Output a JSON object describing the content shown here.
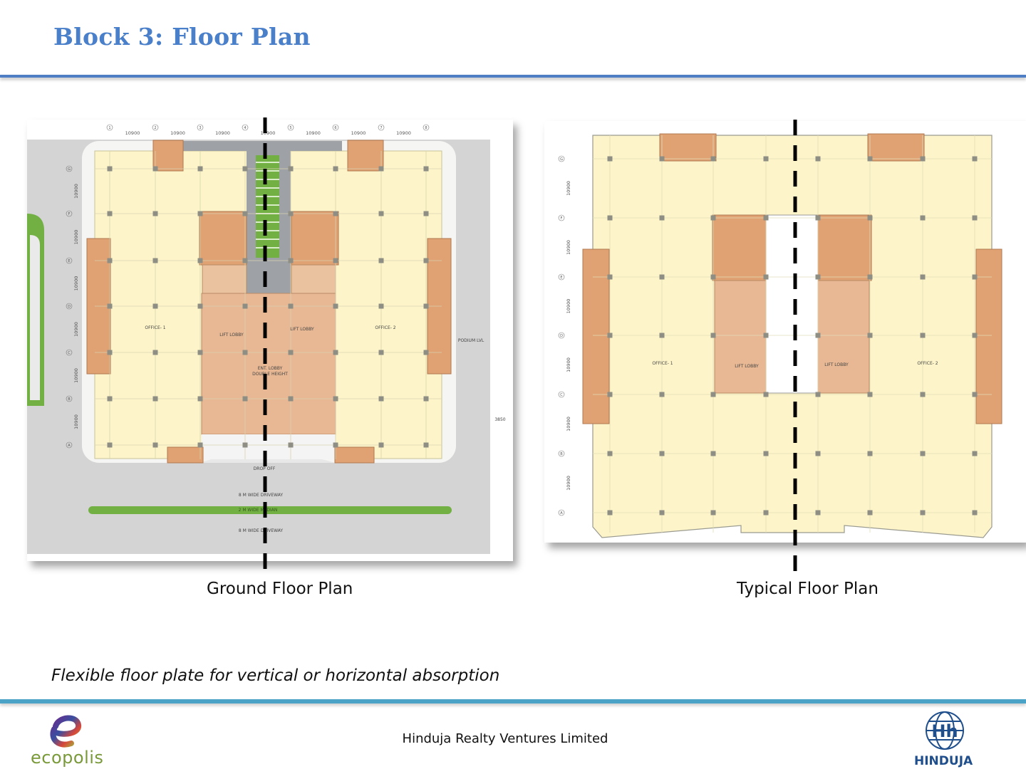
{
  "header": {
    "title": "Block 3: Floor Plan"
  },
  "colors": {
    "title": "#4a7fc9",
    "rule": "#4f7ec4",
    "footer_rule": "#4ba3c7",
    "office_floor": "#fdf5c9",
    "core": "#e0a272",
    "lobby": "#e8b894",
    "site": "#d4d4d4",
    "median": "#72b043"
  },
  "ground_plan": {
    "caption": "Ground Floor Plan",
    "grid_columns": [
      "1",
      "2",
      "3",
      "4",
      "5",
      "6",
      "7",
      "8"
    ],
    "grid_rows": [
      "G",
      "F",
      "E",
      "D",
      "C",
      "B",
      "A"
    ],
    "bay_dimension": "10900",
    "labels": {
      "office_1": "OFFICE- 1",
      "office_2": "OFFICE- 2",
      "lift_lobby_left": "LIFT LOBBY",
      "lift_lobby_right": "LIFT LOBBY",
      "entrance_lobby": "ENT. LOBBY",
      "double_height": "DOUBLE HEIGHT",
      "drop_off": "DROP OFF",
      "driveway_top": "8 M WIDE DRIVEWAY",
      "median": "2 M WIDE MEDIAN",
      "driveway_bottom": "8 M WIDE DRIVEWAY",
      "podium": "PODIUM LVL",
      "offset_dimension": "3850"
    }
  },
  "typical_plan": {
    "caption": "Typical Floor Plan",
    "grid_rows": [
      "G",
      "F",
      "E",
      "D",
      "C",
      "B",
      "A"
    ],
    "bay_dimension": "10900",
    "labels": {
      "office_1": "OFFICE- 1",
      "office_2": "OFFICE- 2",
      "lift_lobby_left": "LIFT LOBBY",
      "lift_lobby_right": "LIFT LOBBY"
    }
  },
  "tagline": "Flexible floor plate for vertical or horizontal absorption",
  "footer": {
    "company": "Hinduja Realty Ventures Limited",
    "left_logo": "ecopolis",
    "right_logo": "HINDUJA"
  }
}
